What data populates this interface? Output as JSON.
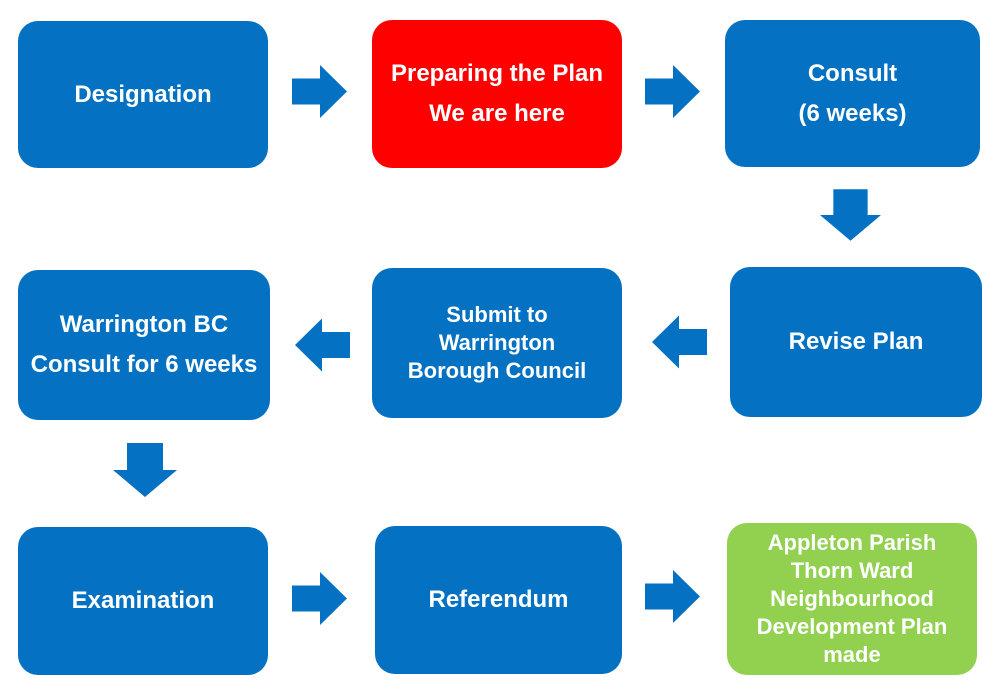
{
  "flowchart": {
    "colors": {
      "box_blue": "#0471C2",
      "highlight_red": "#FF0000",
      "final_green": "#92D050",
      "arrow_blue": "#0471C2",
      "text_white": "#FFFFFF"
    },
    "nodes": [
      {
        "id": "designation",
        "label": "Designation",
        "color": "#0471C2"
      },
      {
        "id": "preparing-the-plan",
        "label": "Preparing the Plan\nWe are here",
        "color": "#FF0000"
      },
      {
        "id": "consult",
        "label": "Consult\n(6 weeks)",
        "color": "#0471C2"
      },
      {
        "id": "revise-plan",
        "label": "Revise Plan",
        "color": "#0471C2"
      },
      {
        "id": "submit-to-wbc",
        "label": "Submit to\nWarrington\nBorough Council",
        "color": "#0471C2"
      },
      {
        "id": "warrington-bc-consult",
        "label": "Warrington BC\nConsult for 6 weeks",
        "color": "#0471C2"
      },
      {
        "id": "examination",
        "label": "Examination",
        "color": "#0471C2"
      },
      {
        "id": "referendum",
        "label": "Referendum",
        "color": "#0471C2"
      },
      {
        "id": "plan-made",
        "label": "Appleton Parish\nThorn Ward\nNeighbourhood\nDevelopment Plan\nmade",
        "color": "#92D050"
      }
    ],
    "connections": [
      {
        "from": "designation",
        "to": "preparing-the-plan",
        "direction": "right"
      },
      {
        "from": "preparing-the-plan",
        "to": "consult",
        "direction": "right"
      },
      {
        "from": "consult",
        "to": "revise-plan",
        "direction": "down"
      },
      {
        "from": "revise-plan",
        "to": "submit-to-wbc",
        "direction": "left"
      },
      {
        "from": "submit-to-wbc",
        "to": "warrington-bc-consult",
        "direction": "left"
      },
      {
        "from": "warrington-bc-consult",
        "to": "examination",
        "direction": "down"
      },
      {
        "from": "examination",
        "to": "referendum",
        "direction": "right"
      },
      {
        "from": "referendum",
        "to": "plan-made",
        "direction": "right"
      }
    ]
  }
}
